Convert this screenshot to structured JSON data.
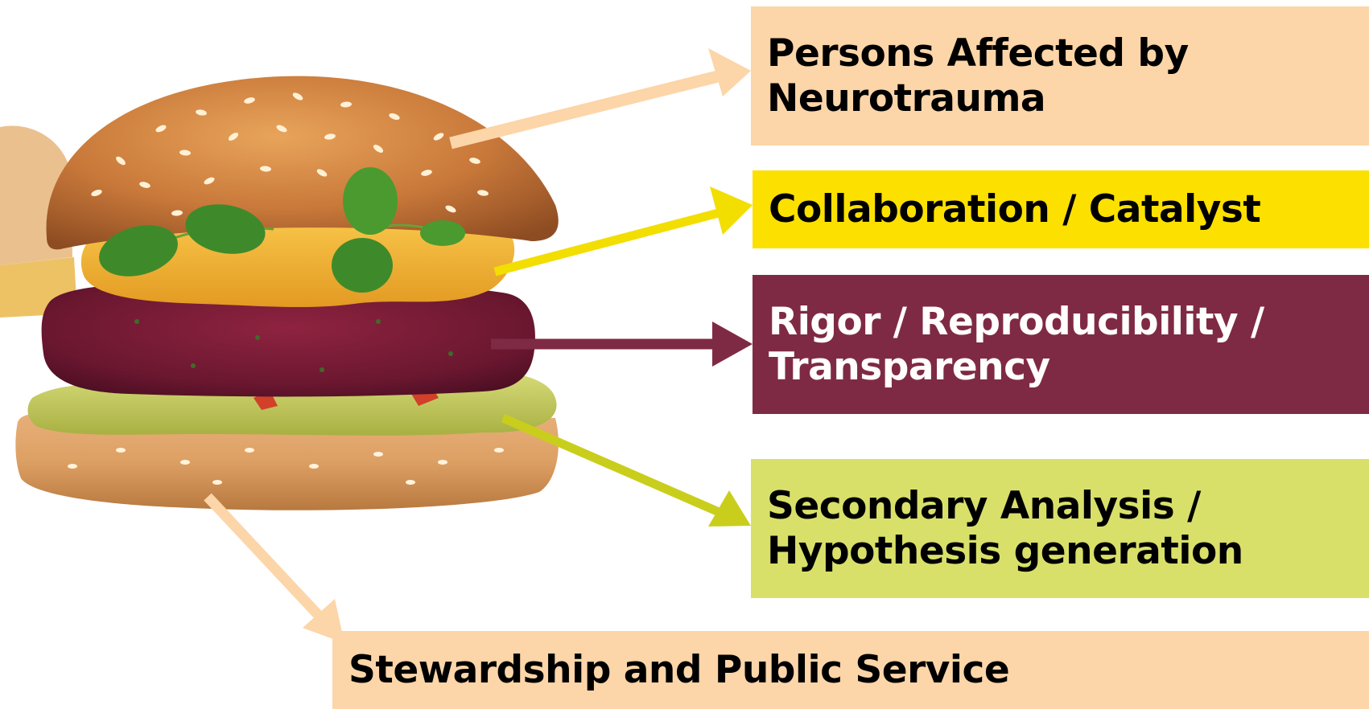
{
  "labels": {
    "persons": {
      "text": "Persons Affected by Neurotrauma",
      "bg": "#FCD5A8",
      "fg": "#000000"
    },
    "collaboration": {
      "text": "Collaboration / Catalyst",
      "bg": "#FCE000",
      "fg": "#000000"
    },
    "rigor": {
      "text": "Rigor / Reproducibility / Transparency",
      "bg": "#7F2A45",
      "fg": "#FFFFFF"
    },
    "secondary": {
      "text": "Secondary Analysis / Hypothesis generation",
      "bg": "#D9E06A",
      "fg": "#000000"
    },
    "stewardship": {
      "text": "Stewardship and Public Service",
      "bg": "#FCD5A8",
      "fg": "#000000"
    }
  },
  "arrows": {
    "persons": {
      "color": "#FCD5A8"
    },
    "collaboration": {
      "color": "#F2DE00"
    },
    "rigor": {
      "color": "#7F2A45"
    },
    "secondary": {
      "color": "#C9CE1C"
    },
    "stewardship": {
      "color": "#FCD5A8"
    }
  },
  "illustration": {
    "subject": "veggie burger",
    "layers": [
      "top-bun",
      "microgreens",
      "hummus-spread",
      "beet-patty",
      "guacamole",
      "bottom-bun"
    ]
  }
}
